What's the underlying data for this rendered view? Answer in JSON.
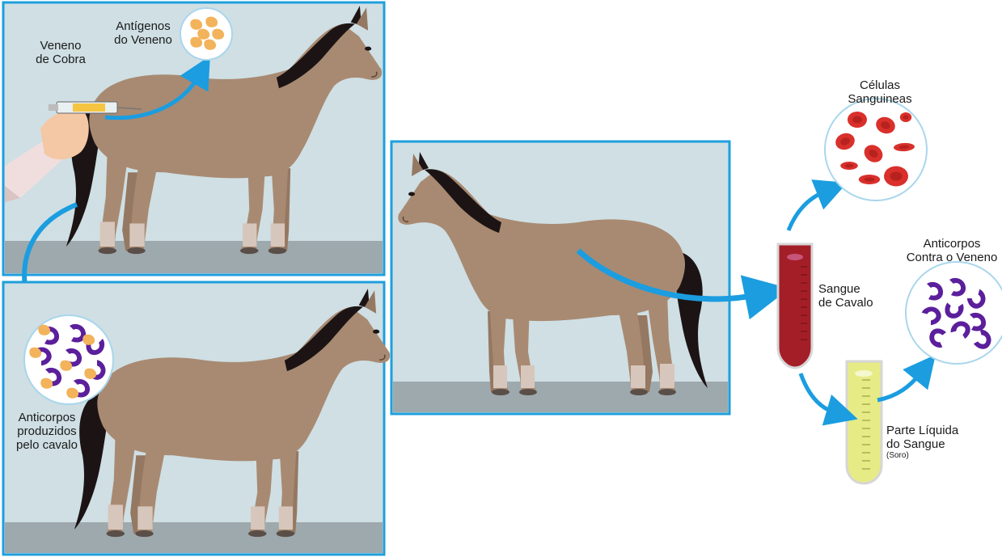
{
  "colors": {
    "panel_bg": "#cfdfe4",
    "panel_border": "#1e9fdc",
    "floor": "#9ea9ad",
    "horse_body": "#a88a72",
    "horse_mane": "#1c1414",
    "hoof_sock": "#d7c6bb",
    "arrow": "#1b9de0",
    "red_blood_cell": "#d9302c",
    "antigen": "#f2b35b",
    "antibody": "#5b1f9c",
    "blood_tube": "#a41e28",
    "serum_tube": "#e6eb86"
  },
  "panels": {
    "injection": {
      "venom_label_line1": "Veneno",
      "venom_label_line2": "de Cobra",
      "antigens_label_line1": "Antígenos",
      "antigens_label_line2": "do Veneno"
    },
    "antibodies": {
      "label_line1": "Anticorpos",
      "label_line2": "produzidos",
      "label_line3": "pelo cavalo"
    }
  },
  "outputs": {
    "blood_cells_line1": "Células",
    "blood_cells_line2": "Sanguineas",
    "horse_blood_line1": "Sangue",
    "horse_blood_line2": "de Cavalo",
    "antivenom_line1": "Anticorpos",
    "antivenom_line2": "Contra o Veneno",
    "serum_line1": "Parte Líquida",
    "serum_line2": "do Sangue",
    "serum_note": "(Soro)"
  }
}
